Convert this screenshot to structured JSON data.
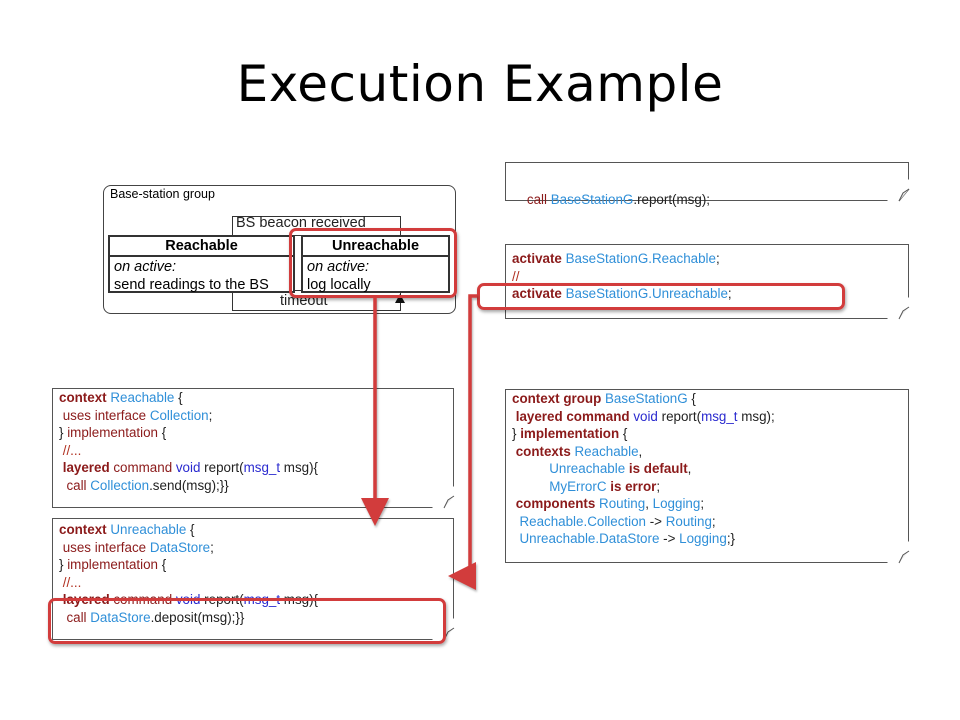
{
  "slide": {
    "title": "Execution Example"
  },
  "state_machine": {
    "group_title": "Base-station group",
    "transition_top": "BS beacon received",
    "transition_bottom": "timeout",
    "reachable": {
      "name": "Reachable",
      "trigger": "on active:",
      "action": "send readings to the BS"
    },
    "unreachable": {
      "name": "Unreachable",
      "trigger": "on active:",
      "action": "log locally"
    }
  },
  "call_box": {
    "kw": "call ",
    "target": "BaseStationG",
    "rest": ".report(msg);"
  },
  "activate_box": {
    "line1_kw": "activate ",
    "line1_id": "BaseStationG.Reachable",
    "line1_end": ";",
    "line2": "//",
    "line3_kw": "activate ",
    "line3_id": "BaseStationG.Unreachable",
    "line3_end": ";"
  },
  "reachable_box": {
    "l1_kw": "context ",
    "l1_id": "Reachable",
    "l1_end": " {",
    "l2_kw": " uses interface ",
    "l2_id": "Collection",
    "l2_end": ";",
    "l3_a": "} ",
    "l3_kw": "implementation",
    "l3_end": " {",
    "l4": " //...",
    "l5_kw1": " layered",
    "l5_kw2": " command",
    "l5_tp": " void",
    "l5_fn": " report(",
    "l5_arg": "msg_t",
    "l5_end": " msg){",
    "l6_kw": "  call ",
    "l6_id": "Collection",
    "l6_end": ".send(msg);}}"
  },
  "unreachable_box": {
    "l1_kw": "context ",
    "l1_id": "Unreachable",
    "l1_end": " {",
    "l2_kw": " uses interface ",
    "l2_id": "DataStore",
    "l2_end": ";",
    "l3_a": "} ",
    "l3_kw": "implementation",
    "l3_end": " {",
    "l4": " //...",
    "l5_kw1": " layered",
    "l5_kw2": " command",
    "l5_tp": " void",
    "l5_fn": " report(",
    "l5_arg": "msg_t",
    "l5_end": " msg){",
    "l6_kw": "  call ",
    "l6_id": "DataStore",
    "l6_end": ".deposit(msg);}}"
  },
  "group_box": {
    "l1_kw": "context group ",
    "l1_id": "BaseStationG",
    "l1_end": " {",
    "l2_kw1": " layered",
    "l2_kw2": " command",
    "l2_tp": " void",
    "l2_fn": " report(",
    "l2_arg": "msg_t",
    "l2_end": " msg);",
    "l3_a": "} ",
    "l3_kw": "implementation",
    "l3_end": " {",
    "l4_kw": " contexts ",
    "l4_id": "Reachable",
    "l4_end": ",",
    "l5_pad": "          ",
    "l5_id": "Unreachable",
    "l5_kw": " is default",
    "l5_end": ",",
    "l6_pad": "          ",
    "l6_id": "MyErrorC",
    "l6_kw": " is error",
    "l6_end": ";",
    "l7_kw": " components ",
    "l7_id1": "Routing",
    "l7_sep": ", ",
    "l7_id2": "Logging",
    "l7_end": ";",
    "l8_pad": "  ",
    "l8_id1": "Reachable.Collection",
    "l8_arrow": " -> ",
    "l8_id2": "Routing",
    "l8_end": ";",
    "l9_pad": "  ",
    "l9_id1": "Unreachable.DataStore",
    "l9_arrow": " -> ",
    "l9_id2": "Logging",
    "l9_end": ";}"
  },
  "colors": {
    "highlight": "#d23c3c",
    "identifier": "#2f8fd8",
    "keyword": "#8b1a1a",
    "type": "#2a2acf"
  }
}
